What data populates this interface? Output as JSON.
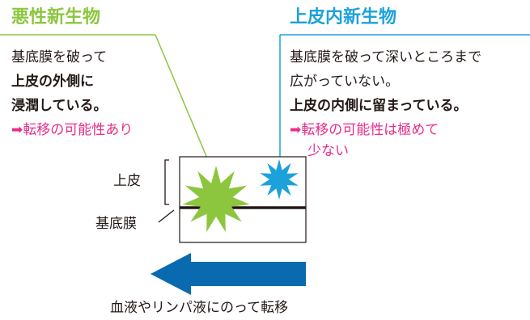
{
  "colors": {
    "malignant": "#8cc63f",
    "epithelial": "#1da1db",
    "arrow": "#0a6ab0",
    "emphasis": "#e62e8b",
    "text": "#231815"
  },
  "left": {
    "title": "悪性新生物",
    "line1": "基底膜を破って",
    "line2": "上皮の外側に",
    "line3": "浸潤している。",
    "note": "➡転移の可能性あり"
  },
  "right": {
    "title": "上皮内新生物",
    "line1": "基底膜を破って深いところまで",
    "line2": "広がっていない。",
    "line3": "上皮の内側に留まっている。",
    "note1": "➡転移の可能性は極めて",
    "note2": "少ない"
  },
  "labels": {
    "epithelium": "上皮",
    "basement_membrane": "基底膜"
  },
  "caption": "血液やリンパ液にのって転移"
}
